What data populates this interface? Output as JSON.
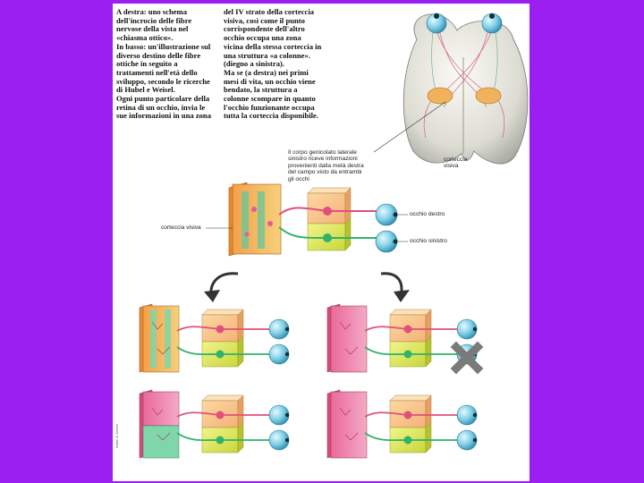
{
  "intro_left": "A destra: uno schema\ndell'incrocio delle fibre\nnervose della vista nel\n«chiasma ottico».\nIn basso: un'illustrazione sul\ndiverso destino delle fibre\nottiche in seguito a\ntrattamenti nell'età dello\nsviluppo, secondo le ricerche\ndi Hubel e Weisel.\nOgni punto particolare della\nretina di un occhio, invia le\nsue informazioni in una zona",
  "intro_right": "del IV strato della corteccia\nvisiva, così come il punto\ncorrispondente dell'altro\nocchio occupa una zona\nvicina della stessa corteccia in\nuna struttura «a colonne».\n(diegno a sinistra).\nMa se (a destra) nei primi\nmesi di vita, un occhio viene\nbendato, la struttura a\ncolonne scompare in quanto\nl'occhio funzionante occupa\ntutta la corteccia disponibile.",
  "labels": {
    "cortex_top": "corteccia\nvisiva",
    "geniculate": "Il corpo genicolato laterale\nsinistro riceve informazioni\nprovenienti dalla metà destra\ndel campo visto da entrambi\ngli occhi",
    "cortex_main": "corteccia visiva",
    "right_eye": "occhio destro",
    "left_eye": "occhio sinistro"
  },
  "side_caption": "Hubel & Weisel",
  "colors": {
    "background": "#9a1ff0",
    "pink_path": "#e0507a",
    "green_path": "#2fb36a",
    "eye": "#7fd0e6",
    "cortex_orange": "#f3a04a",
    "geniculate_yellow": "#e9ee6a"
  }
}
